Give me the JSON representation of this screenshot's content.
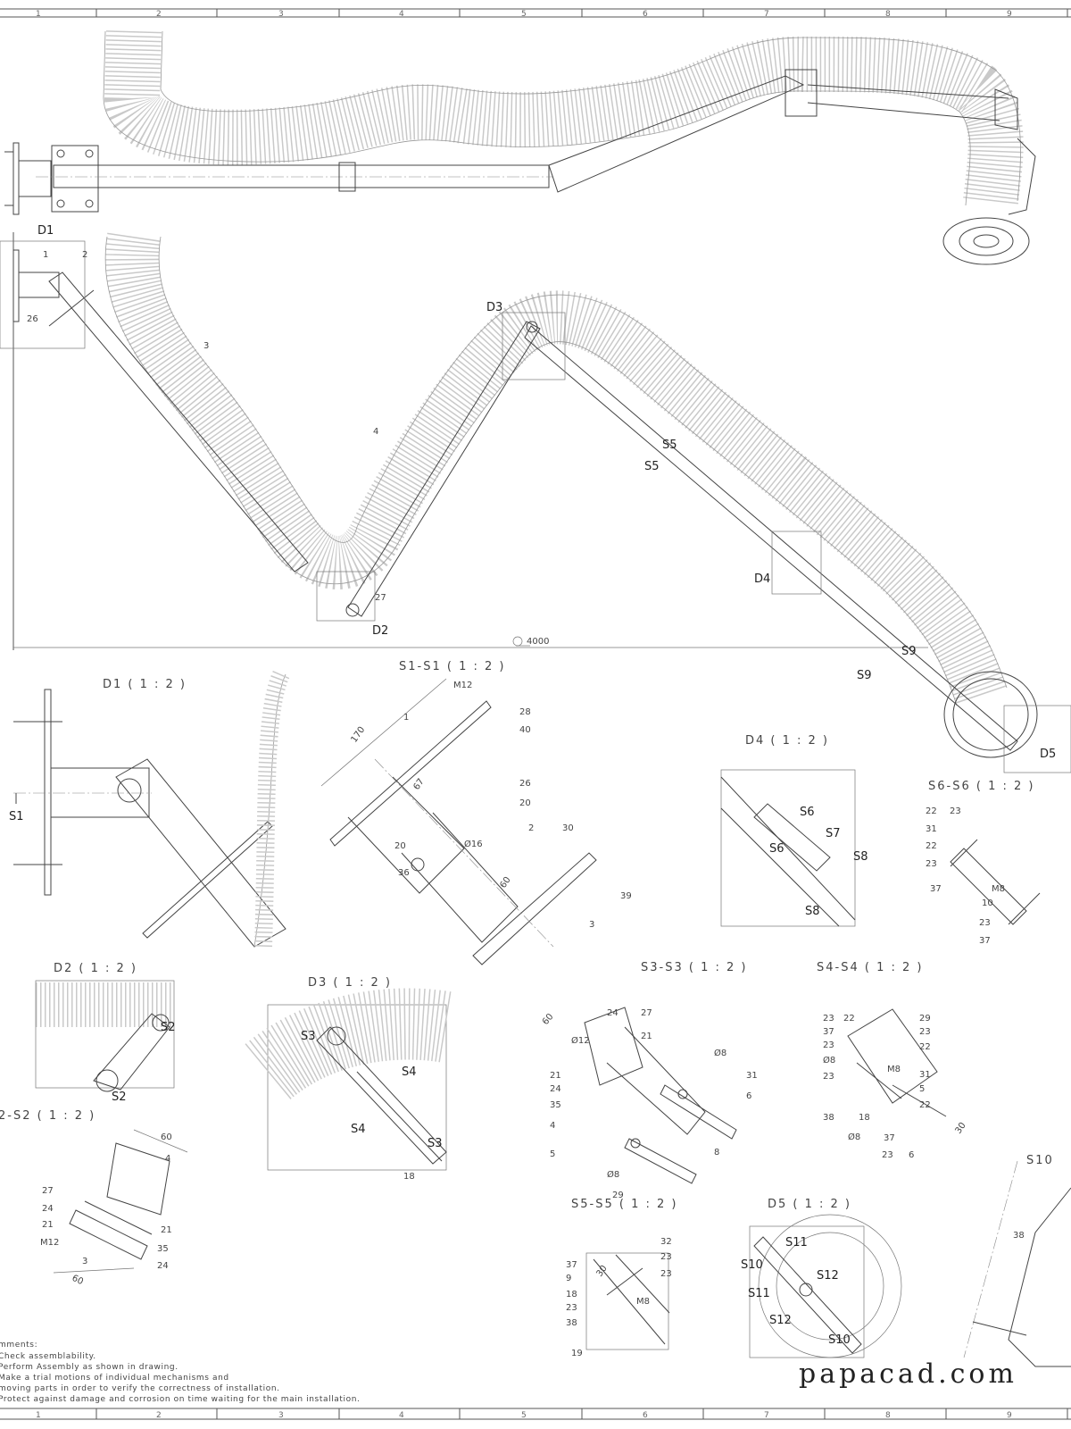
{
  "sheet": {
    "column_numbers": [
      "1",
      "2",
      "3",
      "4",
      "5",
      "6",
      "7",
      "8",
      "9"
    ]
  },
  "main_view": {
    "labels": [
      "D1",
      "1",
      "2",
      "26",
      "3",
      "D3",
      "4",
      "S5",
      "S5",
      "D4",
      "27",
      "D2",
      "S9",
      "S9",
      "D5"
    ],
    "overall_dimension": "4000"
  },
  "details": {
    "d1": {
      "title": "D1 ( 1 : 2 )",
      "labels": [
        "S1"
      ]
    },
    "s1": {
      "title": "S1-S1 ( 1 : 2 )",
      "labels": [
        "M12",
        "170",
        "1",
        "28",
        "40",
        "67",
        "26",
        "20",
        "20",
        "Ø16",
        "2",
        "30",
        "60",
        "36",
        "39",
        "3"
      ]
    },
    "d4": {
      "title": "D4 ( 1 : 2 )",
      "labels": [
        "S6",
        "S7",
        "S6",
        "S8",
        "S8"
      ]
    },
    "s6": {
      "title": "S6-S6 ( 1 : 2 )",
      "labels": [
        "22",
        "23",
        "31",
        "22",
        "23",
        "M8",
        "37",
        "10",
        "23",
        "37"
      ]
    },
    "d2": {
      "title": "D2 ( 1 : 2 )",
      "labels": [
        "S2",
        "S2"
      ]
    },
    "s2": {
      "title": "2-S2 ( 1 : 2 )",
      "labels": [
        "60",
        "4",
        "27",
        "24",
        "21",
        "M12",
        "3",
        "21",
        "35",
        "24",
        "60"
      ]
    },
    "d3": {
      "title": "D3 ( 1 : 2 )",
      "labels": [
        "S3",
        "S4",
        "S4",
        "S3",
        "18"
      ]
    },
    "s3": {
      "title": "S3-S3 ( 1 : 2 )",
      "labels": [
        "60",
        "24",
        "27",
        "Ø12",
        "21",
        "21",
        "24",
        "35",
        "4",
        "5",
        "Ø8",
        "31",
        "6",
        "8",
        "Ø8",
        "29"
      ]
    },
    "s4": {
      "title": "S4-S4 ( 1 : 2 )",
      "labels": [
        "23",
        "22",
        "37",
        "23",
        "Ø8",
        "23",
        "38",
        "18",
        "Ø8",
        "29",
        "23",
        "22",
        "M8",
        "31",
        "5",
        "22",
        "37",
        "23",
        "6",
        "30"
      ]
    },
    "s5": {
      "title": "S5-S5 ( 1 : 2 )",
      "labels": [
        "32",
        "23",
        "23",
        "37",
        "9",
        "18",
        "23",
        "38",
        "19",
        "M8",
        "30"
      ]
    },
    "d5": {
      "title": "D5 ( 1 : 2 )",
      "labels": [
        "S11",
        "S10",
        "S12",
        "S11",
        "S12",
        "S10"
      ]
    },
    "s10": {
      "title": "S10",
      "labels": [
        "38"
      ]
    }
  },
  "comments": {
    "heading": "mments:",
    "lines": [
      "Check assemblability.",
      "Perform Assembly as shown in drawing.",
      "Make a trial motions of individual mechanisms and",
      "  moving parts in order to verify the correctness of installation.",
      "Protect against damage and corrosion on time waiting for the main installation."
    ]
  },
  "watermark": "papacad.com"
}
